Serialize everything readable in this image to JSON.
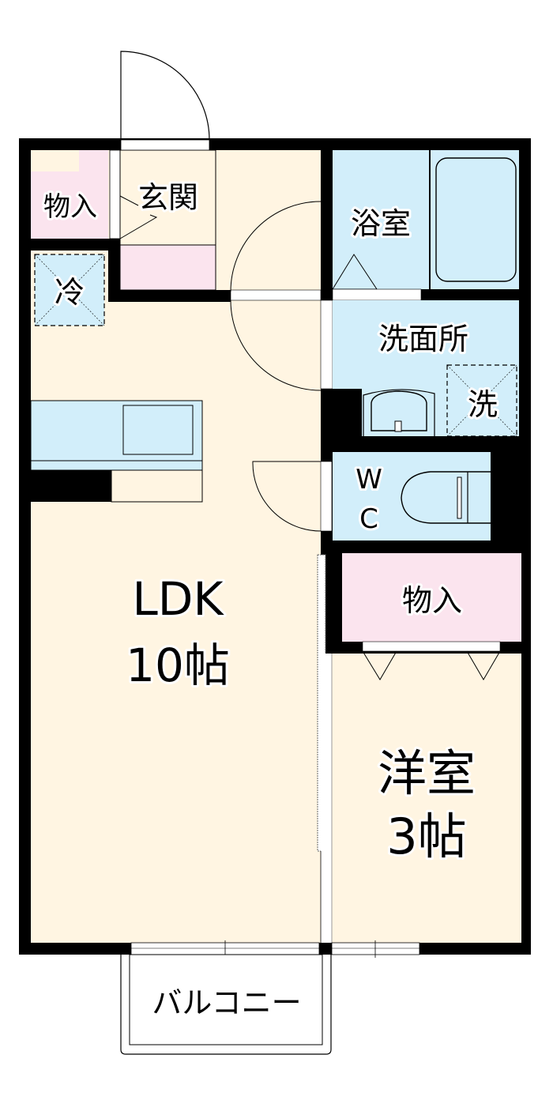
{
  "plan": {
    "colors": {
      "wall": "#000000",
      "floor": "#fff5e2",
      "wet": "#d2eefa",
      "storage": "#fbe4ee",
      "outside": "#ffffff"
    },
    "rooms": {
      "storage_entry": "物入",
      "entrance": "玄関",
      "fridge": "冷",
      "bath": "浴室",
      "washroom": "洗面所",
      "washer": "洗",
      "wc_w": "W",
      "wc_c": "C",
      "storage_west": "物入",
      "ldk_name": "LDK",
      "ldk_size": "10帖",
      "western_name": "洋室",
      "western_size": "3帖",
      "balcony": "バルコニー"
    }
  }
}
